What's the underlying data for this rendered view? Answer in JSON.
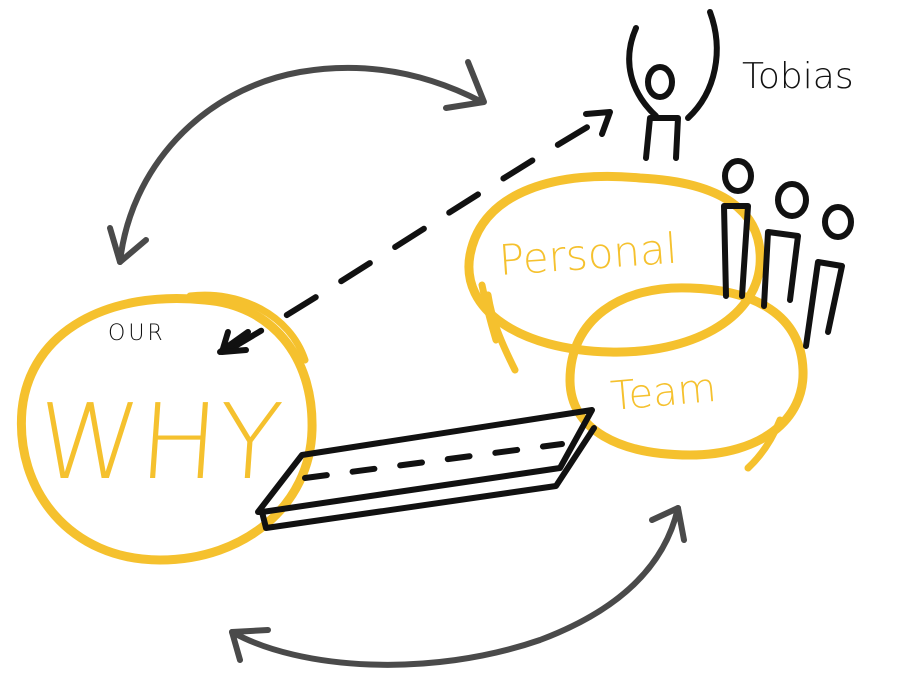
{
  "labels": {
    "our": "OUR",
    "why": "WHY",
    "personal": "Personal",
    "team": "Team",
    "person_name": "Tobias"
  },
  "colors": {
    "circle_stroke": "#f5c12e",
    "ink": "#111111",
    "arrow": "#4a4a4a",
    "background": "#ffffff"
  },
  "icons": {
    "why_circle": "why-circle",
    "personal_ellipse": "personal-ellipse",
    "team_ellipse": "team-ellipse",
    "bridge": "bridge-icon",
    "single_person": "person-icon",
    "group": "group-icon",
    "arrows": [
      "cycle-arrow-top",
      "cycle-arrow-bottom",
      "dashed-arrow"
    ]
  }
}
